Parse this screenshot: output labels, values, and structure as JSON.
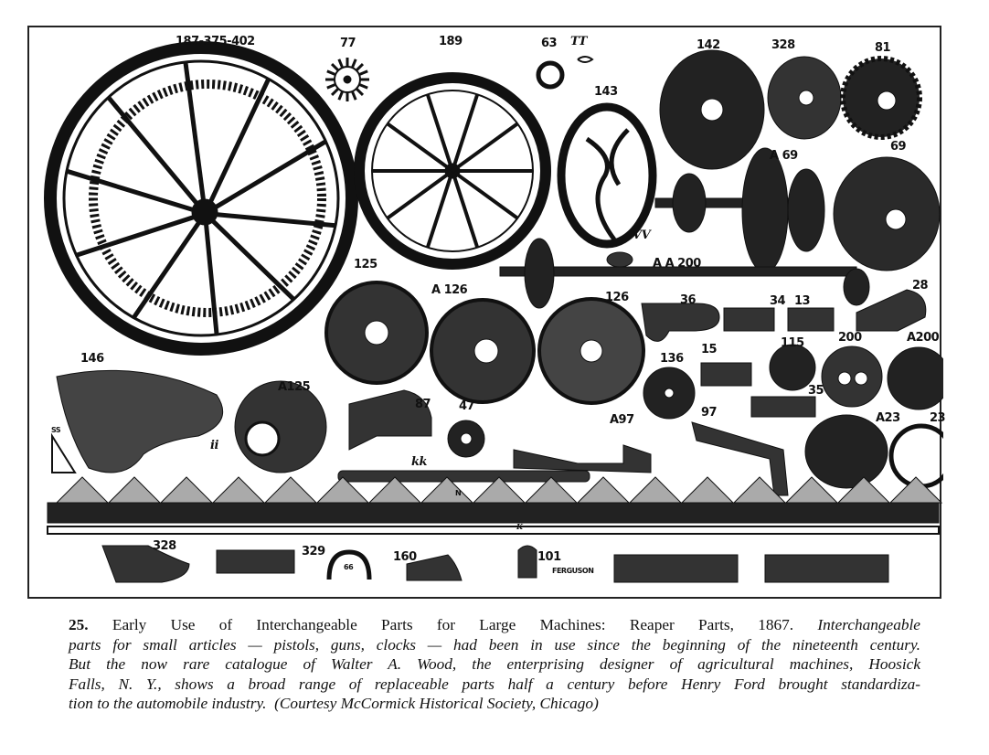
{
  "figure": {
    "part_labels": {
      "wheel_large": "187-375-402",
      "star_gear": "77",
      "wheel_spoked": "189",
      "ring": "63",
      "link": "TT",
      "disc_142": "142",
      "disc_328": "328",
      "gear_81": "81",
      "crank_wheel": "143",
      "gear_shaft": "A 69",
      "bevel_gear": "69",
      "weight": "VV",
      "shaft": "A A 200",
      "sprocket_125": "125",
      "sprocket_a126": "A 126",
      "sprocket_126": "126",
      "bracket_36": "36",
      "bracket_34": "34",
      "bracket_13": "13",
      "bracket_28": "28",
      "seat": "146",
      "gear_a125": "A125",
      "bracket_87": "87",
      "washer_47": "47",
      "lever_a97": "A97",
      "lever_97": "97",
      "disc_136": "136",
      "bracket_15": "15",
      "pinion_115": "115",
      "pinion_35": "35",
      "cam_200": "200",
      "disc_a200": "A200",
      "hub_a23": "A23",
      "hub_23": "23",
      "plate_ss": "SS",
      "gear_ii": "ii",
      "bar_kk": "kk",
      "knife_n": "N",
      "cutter_bar_k": "K",
      "guard_328": "328",
      "guard_329": "329",
      "clip_66": "66",
      "clip_160": "160",
      "clip_101": "101",
      "maker": "FERGUSON"
    }
  },
  "caption": {
    "number": "25.",
    "line1_title": "Early Use of Interchangeable Parts for Large Machines: Reaper Parts, 1867.",
    "line1_italic": "Interchangeable",
    "line2": "parts for small articles — pistols, guns, clocks — had been in use since the beginning of the nineteenth century.",
    "line3": "But the now rare catalogue of Walter A. Wood, the enterprising designer of agricultural machines, Hoosick",
    "line4": "Falls, N. Y., shows a broad range of replaceable parts half a century before Henry Ford brought standardiza-",
    "line5_italic": "tion to the automobile industry.",
    "line5_credit": "(Courtesy McCormick Historical Society, Chicago)"
  }
}
